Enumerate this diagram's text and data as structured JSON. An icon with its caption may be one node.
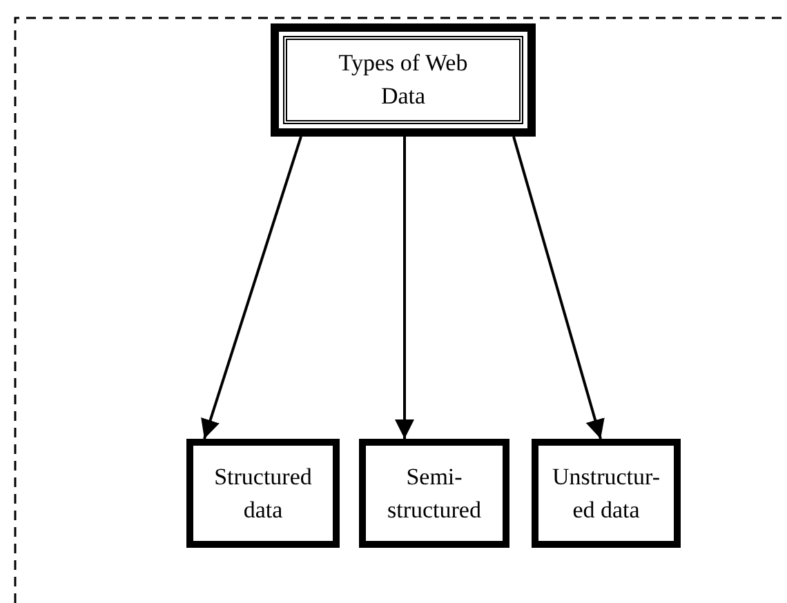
{
  "diagram": {
    "nodes": [
      {
        "text": [
          "Types of Web Data"
        ]
      },
      {
        "text": [
          "Structured data"
        ]
      },
      {
        "text": [
          "Semi-structured"
        ]
      },
      {
        "text": [
          "Unstructur-ed data"
        ]
      }
    ],
    "edges": [
      {
        "from": 0,
        "to": 1,
        "arrow": "to"
      },
      {
        "from": 0,
        "to": 2,
        "arrow": "to"
      },
      {
        "from": 0,
        "to": 3,
        "arrow": "to"
      }
    ]
  }
}
